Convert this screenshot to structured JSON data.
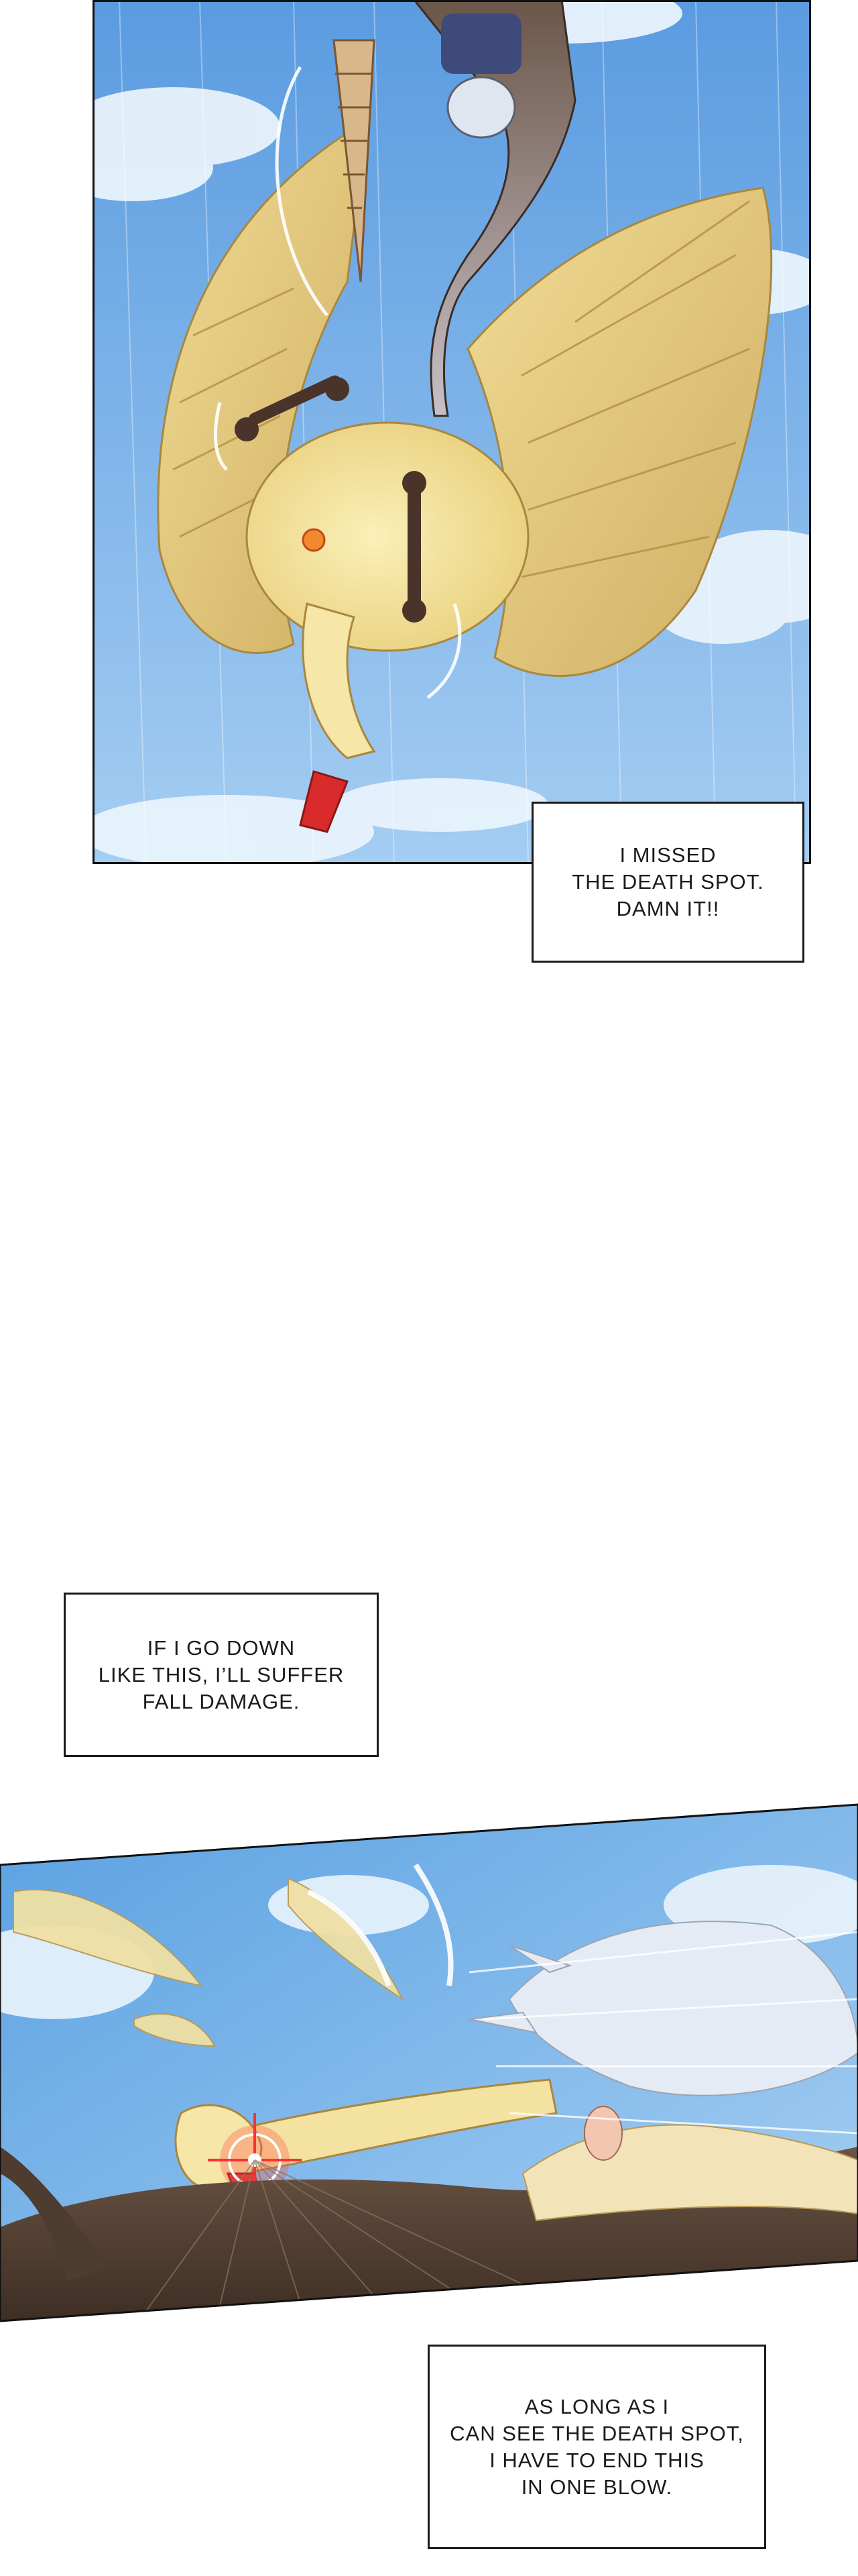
{
  "captions": {
    "missed": [
      "I MISSED",
      "THE DEATH SPOT.",
      "DAMN IT!!"
    ],
    "fall": [
      "IF I GO DOWN",
      "LIKE THIS, I’LL SUFFER",
      "FALL DAMAGE."
    ],
    "blow": [
      "AS LONG AS I",
      "CAN SEE THE DEATH SPOT,",
      "I HAVE TO END THIS",
      "IN ONE BLOW."
    ]
  },
  "colors": {
    "sky_top": "#5a9be0",
    "sky_bottom": "#9cc8f0",
    "cloud": "#e8f3fc",
    "bird_body": "#f4e3a0",
    "bird_wing": "#e2c878",
    "bird_shadow": "#c9a95c",
    "beak_red": "#d92b2b",
    "bone_brown": "#4a3328",
    "cloak_brown": "#5a4638",
    "hair_silver": "#dfe6f0",
    "panel_border": "#111111"
  }
}
